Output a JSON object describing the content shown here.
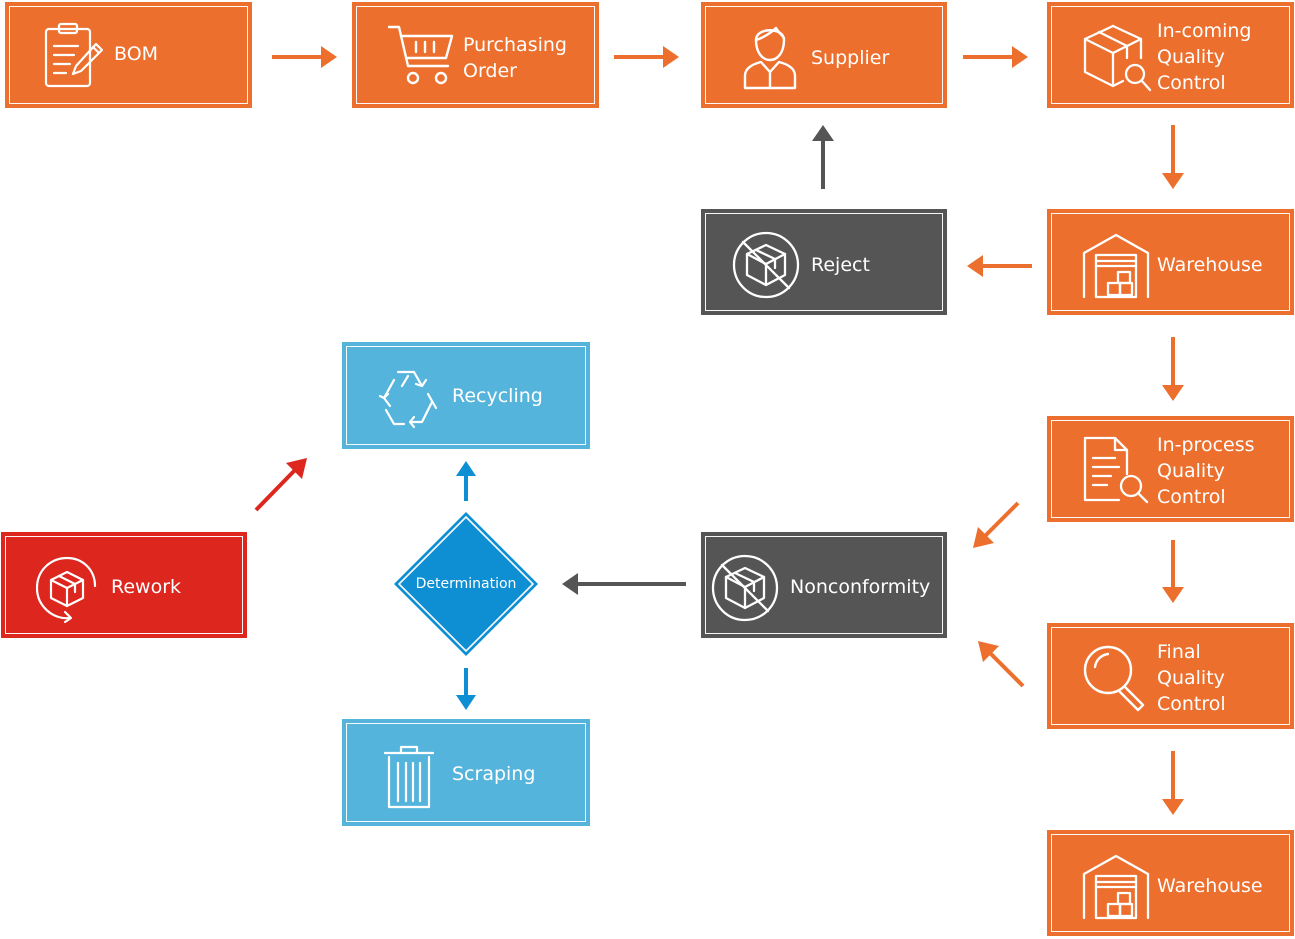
{
  "colors": {
    "orange": "#ec6f2d",
    "gray": "#555555",
    "blue": "#55b4db",
    "red": "#dc261e",
    "diamond": "#0f8fd3",
    "arrow_orange": "#ec6f2d",
    "arrow_gray": "#555555",
    "arrow_blue": "#0f8fd3",
    "arrow_red": "#dc261e"
  },
  "nodes": {
    "bom": {
      "label": "BOM",
      "icon": "clipboard-edit-icon"
    },
    "purchasing_order": {
      "label": "Purchasing\nOrder",
      "icon": "shopping-cart-icon"
    },
    "supplier": {
      "label": "Supplier",
      "icon": "person-icon"
    },
    "incoming_qc": {
      "label": "In-coming\nQuality\nControl",
      "icon": "box-magnifier-icon"
    },
    "warehouse_1": {
      "label": "Warehouse",
      "icon": "warehouse-icon"
    },
    "reject": {
      "label": "Reject",
      "icon": "box-prohibited-icon"
    },
    "inprocess_qc": {
      "label": "In-process\nQuality\nControl",
      "icon": "document-magnifier-icon"
    },
    "final_qc": {
      "label": "Final\nQuality\nControl",
      "icon": "magnifier-icon"
    },
    "warehouse_2": {
      "label": "Warehouse",
      "icon": "warehouse-icon"
    },
    "nonconformity": {
      "label": "Nonconformity",
      "icon": "box-prohibited-icon"
    },
    "determination": {
      "label": "Determination"
    },
    "recycling": {
      "label": "Recycling",
      "icon": "recycle-icon"
    },
    "scraping": {
      "label": "Scraping",
      "icon": "trash-bin-icon"
    },
    "rework": {
      "label": "Rework",
      "icon": "box-cycle-icon"
    }
  },
  "edges": [
    {
      "from": "bom",
      "to": "purchasing_order",
      "color": "orange"
    },
    {
      "from": "purchasing_order",
      "to": "supplier",
      "color": "orange"
    },
    {
      "from": "supplier",
      "to": "incoming_qc",
      "color": "orange"
    },
    {
      "from": "incoming_qc",
      "to": "warehouse_1",
      "color": "orange"
    },
    {
      "from": "warehouse_1",
      "to": "reject",
      "color": "orange"
    },
    {
      "from": "reject",
      "to": "supplier",
      "color": "gray"
    },
    {
      "from": "warehouse_1",
      "to": "inprocess_qc",
      "color": "orange"
    },
    {
      "from": "inprocess_qc",
      "to": "nonconformity",
      "color": "orange"
    },
    {
      "from": "inprocess_qc",
      "to": "final_qc",
      "color": "orange"
    },
    {
      "from": "final_qc",
      "to": "nonconformity",
      "color": "orange"
    },
    {
      "from": "final_qc",
      "to": "warehouse_2",
      "color": "orange"
    },
    {
      "from": "nonconformity",
      "to": "determination",
      "color": "gray"
    },
    {
      "from": "determination",
      "to": "recycling",
      "color": "blue"
    },
    {
      "from": "determination",
      "to": "scraping",
      "color": "blue"
    },
    {
      "from": "rework",
      "to": "recycling",
      "color": "red"
    }
  ]
}
